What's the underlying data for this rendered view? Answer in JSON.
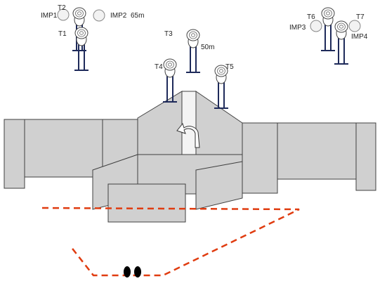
{
  "labels": {
    "t1": "T1",
    "t2": "T2",
    "t3": "T3",
    "t4": "T4",
    "t5": "T5",
    "t6": "T6",
    "t7": "T7",
    "imp1": "IMP1",
    "imp2": "IMP2",
    "imp3": "IMP3",
    "imp4": "IMP4",
    "dist_65": "65m",
    "dist_50": "50m"
  },
  "colors": {
    "wall_fill": "#d0d0d0",
    "wall_stroke": "#404040",
    "fault_line": "#e03c10",
    "target_stand": "#1e2a5a",
    "shooter_marker": "#000000"
  },
  "icons": {
    "target": "steel-target-icon",
    "no_shoot": "no-shoot-disc-icon",
    "turn": "curved-arrow-icon",
    "shooter": "shooter-footprints-icon"
  }
}
